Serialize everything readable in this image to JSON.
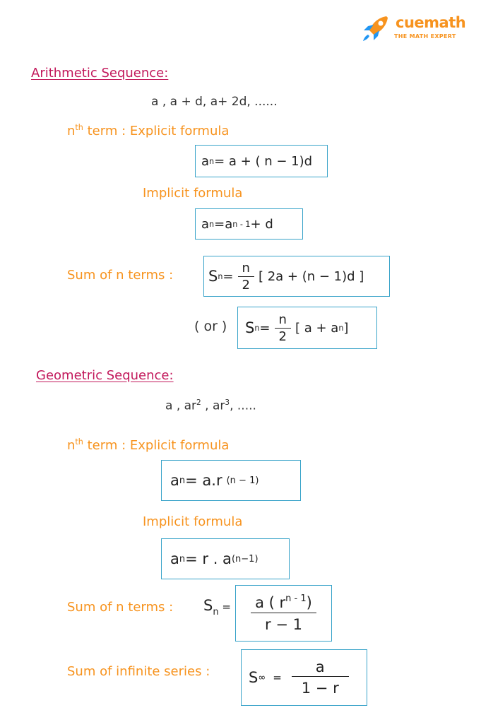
{
  "logo": {
    "brand": "cuemath",
    "tagline": "THE MATH EXPERT",
    "icon": "rocket-icon",
    "colors": {
      "orange": "#f7931e",
      "blue": "#2196f3"
    }
  },
  "colors": {
    "heading": "#c2185b",
    "label": "#f7931e",
    "box_border": "#38a3c9"
  },
  "arithmetic": {
    "heading": "Arithmetic Sequence:",
    "sequence": "a , a + d,  a+ 2d, ......",
    "nth_label_n": "n",
    "nth_label_sup": "th",
    "nth_label_rest": " term : Explicit formula",
    "explicit": {
      "a": "a",
      "sub": "n",
      "rhs": " =  a + ( n − 1)d"
    },
    "implicit_label": "Implicit formula",
    "implicit": {
      "a": "a",
      "sub": "n",
      "eq": " =  ",
      "a2": "a",
      "sub2": "n - 1",
      "rest": " + d"
    },
    "sum_label": "Sum of n terms :",
    "sum": {
      "s": "S",
      "sub": "n",
      "eq": " = ",
      "num": "n",
      "den": "2",
      "rest": "[ 2a + (n − 1)d ]"
    },
    "or_label": "( or )",
    "sum2": {
      "s": "S",
      "sub": "n",
      "eq": " = ",
      "num": "n",
      "den": "2",
      "rest_open": "[ a + a",
      "rest_sub": "n",
      "rest_close": "]"
    }
  },
  "geometric": {
    "heading": "Geometric Sequence:",
    "sequence": {
      "part1": "a ,  ar",
      "sup1": "2",
      "part2": " , ar",
      "sup2": "3",
      "part3": ", ....."
    },
    "nth_label_n": "n",
    "nth_label_sup": "th",
    "nth_label_rest": " term : Explicit formula",
    "explicit": {
      "a": "a",
      "sub": "n",
      "rhs": " = a.r",
      "sup": "(n − 1)"
    },
    "implicit_label": "Implicit formula",
    "implicit": {
      "a": "a",
      "sub": "n",
      "rhs": " = r . a",
      "sub2": "(n−1)"
    },
    "sum_label": "Sum of n terms :",
    "sum_s": "S",
    "sum_sub": "n",
    "sum_eq": " =",
    "sum": {
      "num_a": "a ( r",
      "num_sup": "n - 1",
      "num_close": ")",
      "den": "r − 1"
    },
    "infinite_label": "Sum of infinite series :",
    "infinite": {
      "s": "S",
      "sub": "∞",
      "eq": "  =",
      "num": "a",
      "den": "1 − r"
    }
  }
}
